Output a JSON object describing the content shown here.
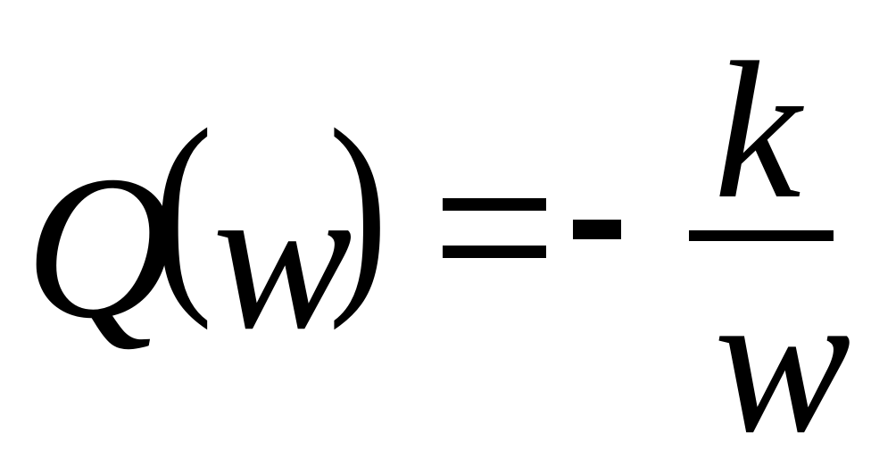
{
  "formula": {
    "function_name": "Q",
    "open_paren": "(",
    "argument": "w",
    "close_paren": ")",
    "numerator": "k",
    "denominator": "w"
  }
}
